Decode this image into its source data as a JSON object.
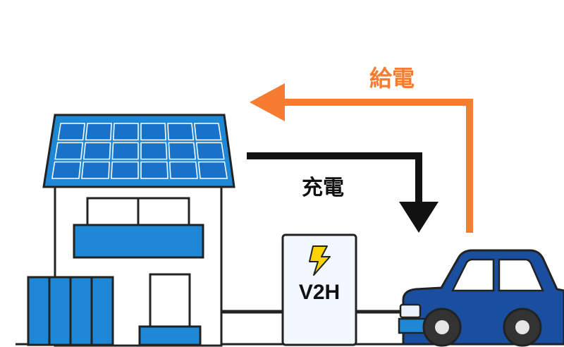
{
  "labels": {
    "supply": "給電",
    "charge": "充電",
    "v2h": "V2H"
  },
  "colors": {
    "supply_arrow": "#f57c31",
    "charge_arrow": "#111111",
    "house_blue": "#1e88d6",
    "panel_blue": "#1a72c8",
    "car_body": "#1a4fa0",
    "lightning": "#ffd400"
  },
  "icons": {
    "house": "house-with-solar-panel-icon",
    "device": "v2h-charger-icon",
    "car": "electric-car-icon",
    "bolt": "lightning-bolt-icon"
  }
}
